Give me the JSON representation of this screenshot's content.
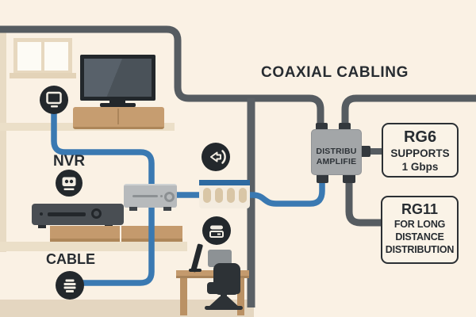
{
  "title": "COAXIAL CABLING",
  "labels": {
    "nvr": "NVR",
    "cable": "CABLE"
  },
  "amplifier": {
    "line1": "DISTRIBU",
    "line2": "AMPLIFIE"
  },
  "callouts": {
    "rg6": {
      "title": "RG6",
      "lines": [
        "SUPPORTS",
        "1 Gbps"
      ]
    },
    "rg11": {
      "title": "RG11",
      "lines": [
        "FOR LONG",
        "DISTANCE",
        "DISTRIBUTION"
      ]
    }
  },
  "icons": {
    "tv": "tv-monitor-icon",
    "nvr": "video-recorder-icon",
    "transfer": "signal-return-arrow-icon",
    "settop": "set-top-box-icon",
    "cable": "coax-cable-stack-icon"
  },
  "colors": {
    "background": "#faf1e4",
    "coax_cable_gray": "#565c61",
    "ethernet_cable_blue": "#3a79b2",
    "ink": "#272c31",
    "icon_circle": "#23282c",
    "wood_tan": "#c49a6d",
    "amplifier_gray": "#a3a6a8",
    "callout_border": "#2b3034",
    "conduit_blue": "#2e6aa1"
  }
}
